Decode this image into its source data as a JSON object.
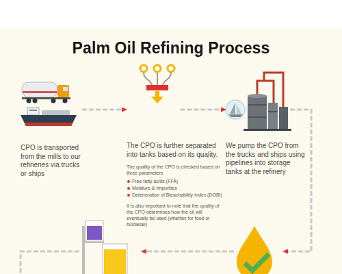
{
  "diagram": {
    "title": "Palm Oil Refining Process",
    "nodes": [
      {
        "text": [
          "CPO is transported from the mills to our refineries via trucks or ships"
        ]
      },
      {
        "text": [
          "The CPO is further separated into tanks based on its quality.",
          "The quality of the CPO is checked based on three parameters",
          "Free fatty acids (FFA)",
          "Moisture & Impurities",
          "Deterioration of Bleachability Index (DOBI)",
          "It is also important to note that the quality of the CPO determines how the oil will eventually be used (whether for food or biodiesel)"
        ]
      },
      {
        "text": [
          "We pump the CPO from the trucks and ships using pipelines into storage tanks at the refinery"
        ]
      }
    ],
    "edges": [
      {
        "from": 0,
        "to": 1,
        "arrow": "to"
      },
      {
        "from": 1,
        "to": 2,
        "arrow": "to"
      }
    ]
  }
}
